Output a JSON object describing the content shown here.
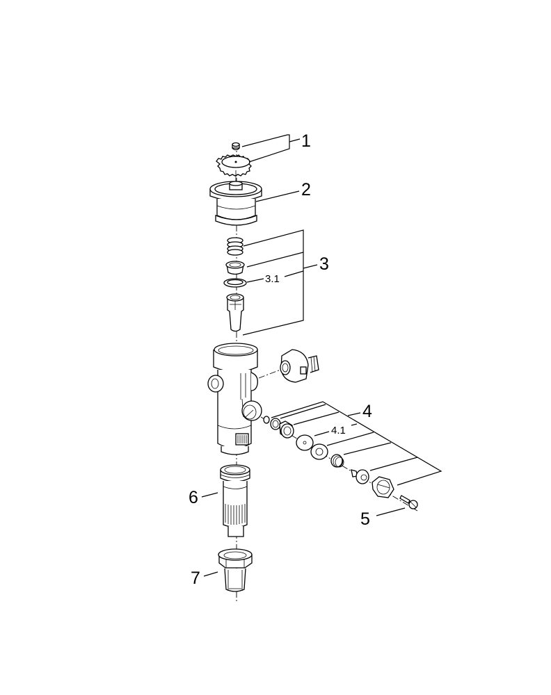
{
  "diagram": {
    "type": "exploded-parts-view",
    "subject": "flush valve assembly",
    "colors": {
      "line": "#000000",
      "background": "#ffffff"
    },
    "callouts": [
      {
        "id": "1",
        "label": "1",
        "parts": [
          "nut",
          "toothed-washer"
        ]
      },
      {
        "id": "2",
        "label": "2",
        "parts": [
          "cap-housing"
        ]
      },
      {
        "id": "3",
        "label": "3",
        "parts": [
          "spring",
          "valve-seat",
          "o-ring",
          "cartridge"
        ]
      },
      {
        "id": "3.1",
        "label": "3.1",
        "parts": [
          "o-ring"
        ]
      },
      {
        "id": "4",
        "label": "4",
        "parts": [
          "small-o-ring",
          "o-ring",
          "bushing",
          "washer",
          "washer",
          "spring",
          "valve-pin",
          "hex-nut"
        ]
      },
      {
        "id": "4.1",
        "label": "4.1",
        "parts": [
          "washer"
        ]
      },
      {
        "id": "5",
        "label": "5",
        "parts": [
          "screw"
        ]
      },
      {
        "id": "6",
        "label": "6",
        "parts": [
          "outlet-tube"
        ]
      },
      {
        "id": "7",
        "label": "7",
        "parts": [
          "union-nut-connector"
        ]
      }
    ]
  }
}
